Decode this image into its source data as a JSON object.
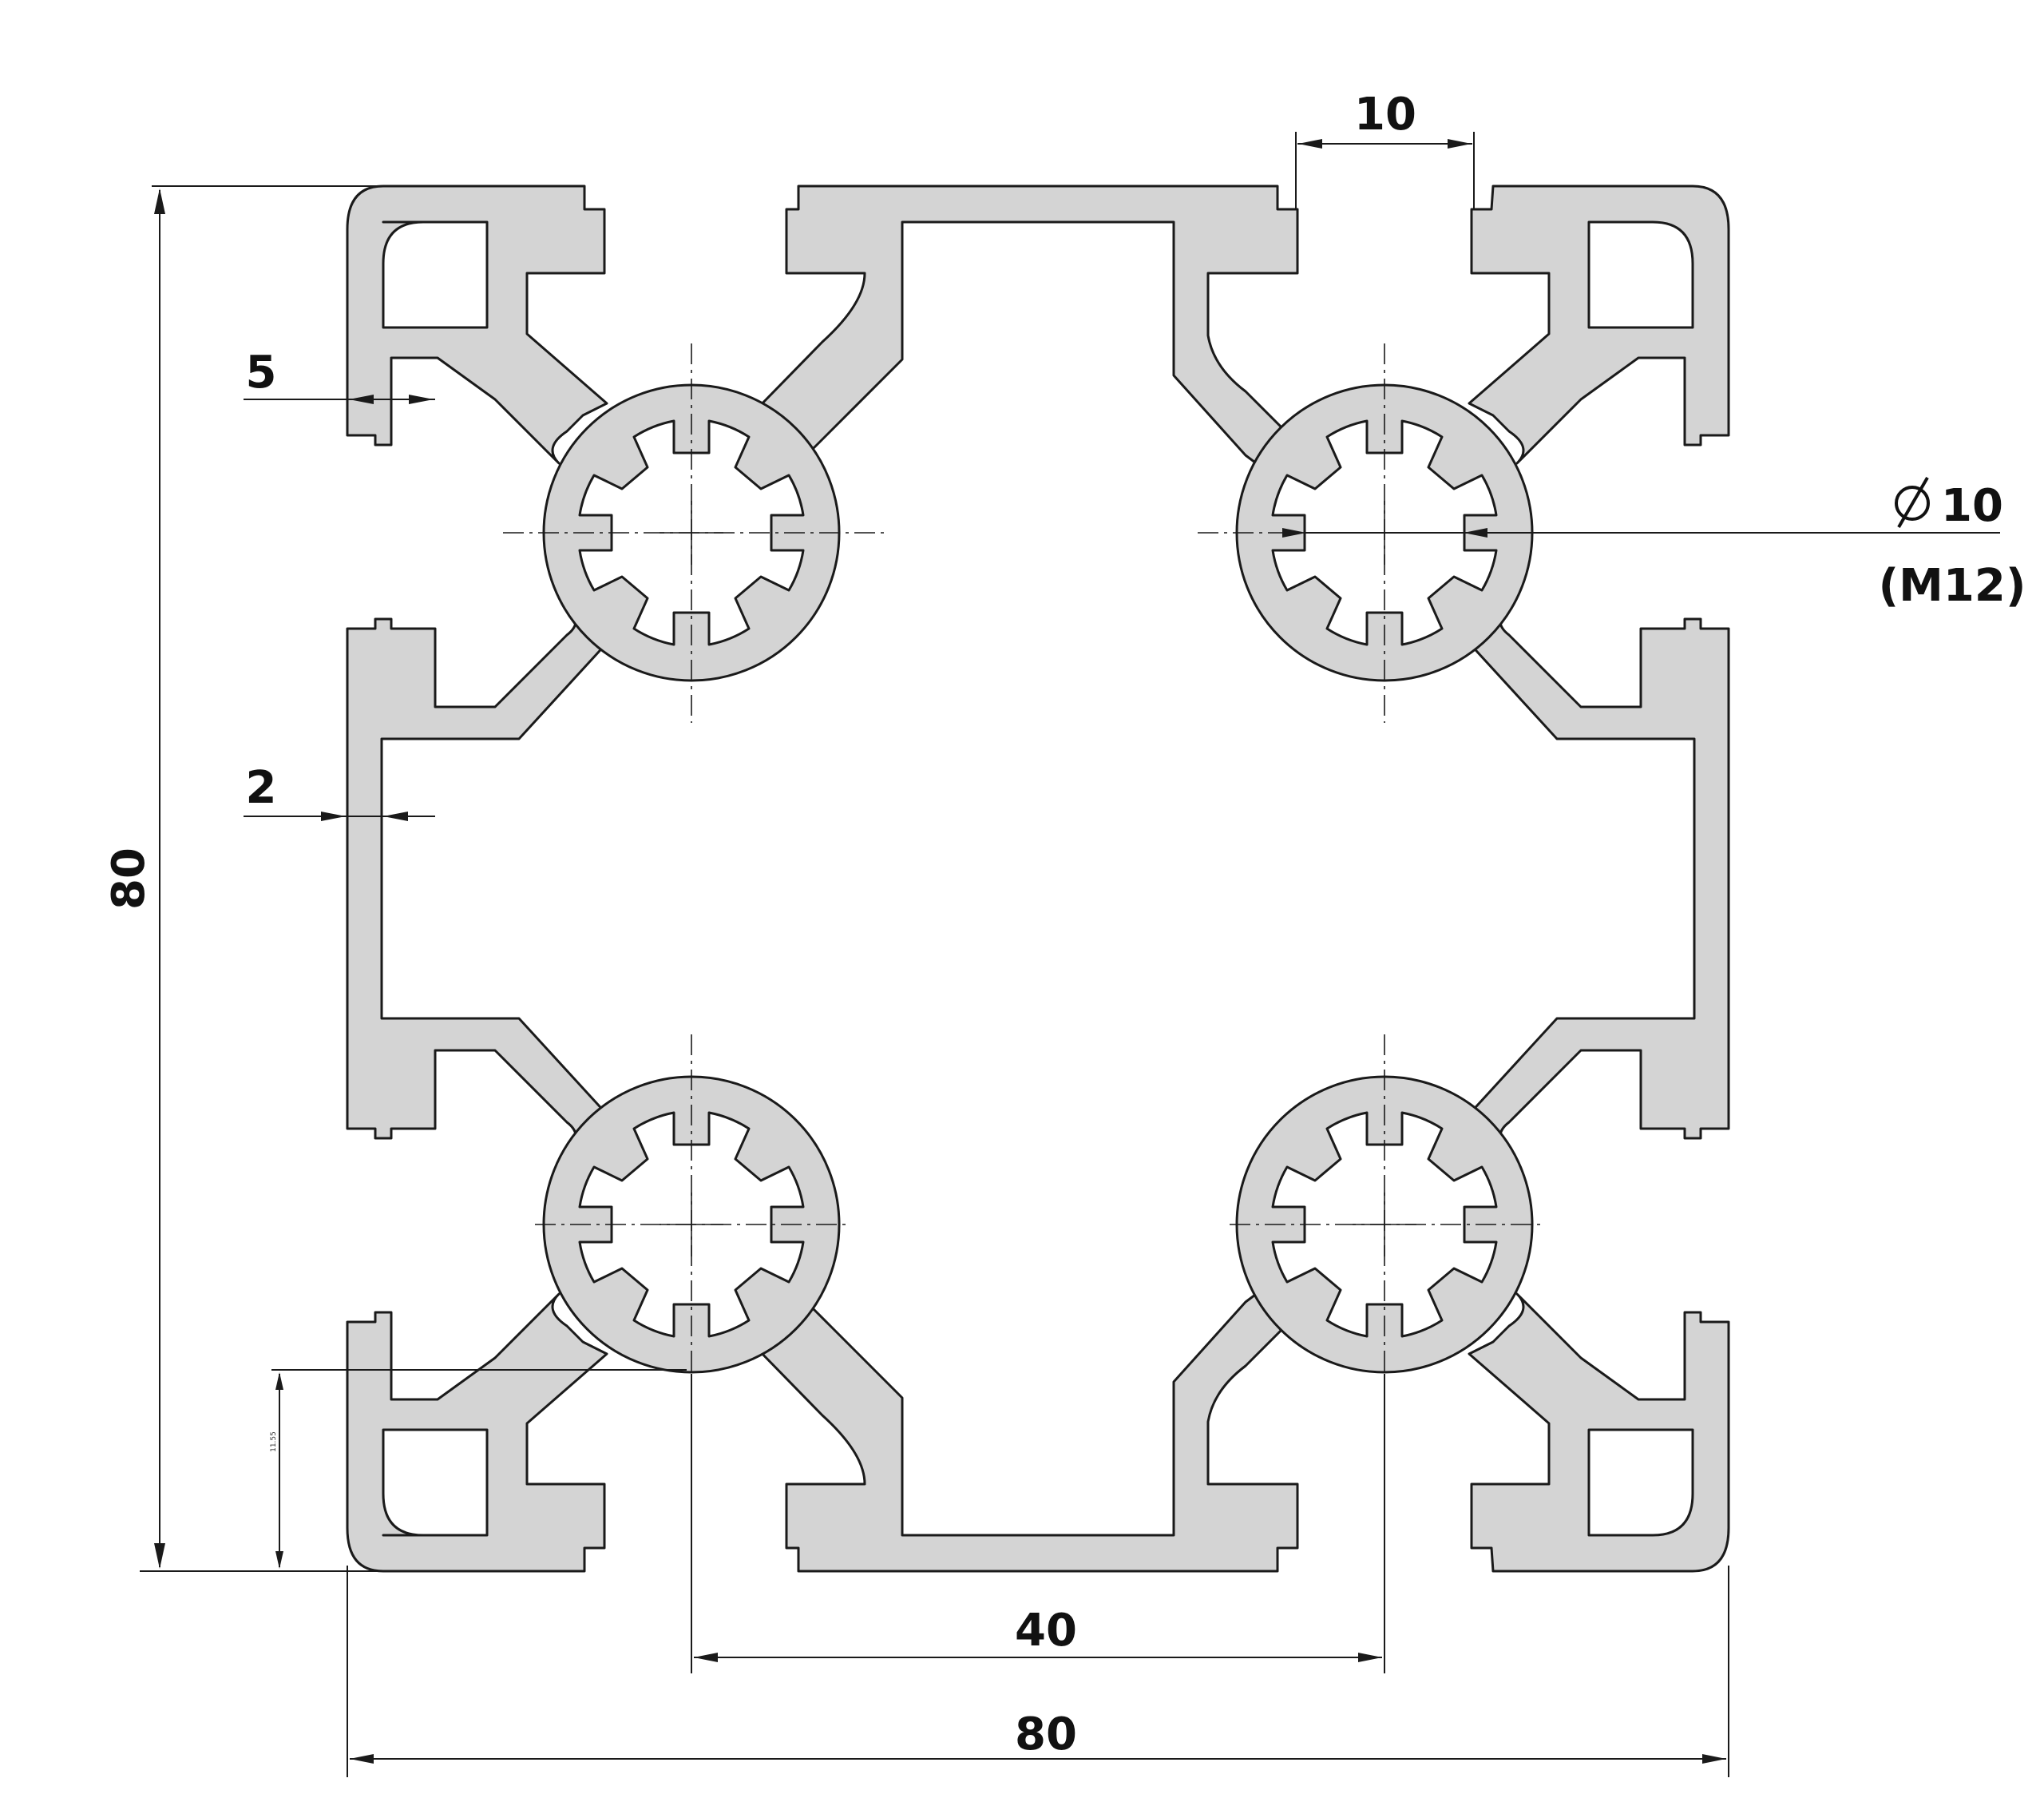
{
  "drawing": {
    "type": "aluminium extrusion profile cross-section",
    "colors": {
      "profile_fill": "#d4d4d4",
      "outline": "#1a1a1a",
      "background": "#ffffff"
    }
  },
  "dimensions": {
    "overall_height": "80",
    "overall_width": "80",
    "slot_opening": "10",
    "lip_thickness": "5",
    "wall_thickness": "2",
    "center_distance": "40",
    "bore_diameter": "10",
    "bore_thread": "(M12)",
    "slot_depth_small": "11.55"
  },
  "symbols": {
    "diameter": "diameter-symbol"
  }
}
